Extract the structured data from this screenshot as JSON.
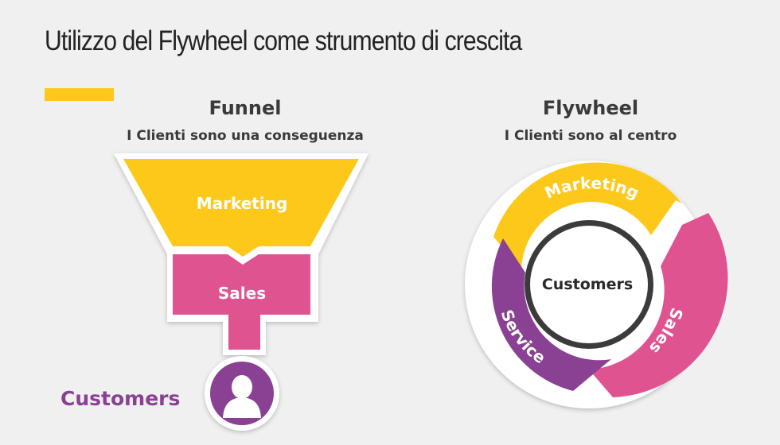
{
  "title": "Utilizzo del Flywheel come strumento di crescita",
  "funnel": {
    "heading": "Funnel",
    "subheading": "I Clienti sono una conseguenza",
    "segments": [
      "Marketing",
      "Sales"
    ],
    "outcome_label": "Customers",
    "icon": "user-icon"
  },
  "flywheel": {
    "heading": "Flywheel",
    "subheading": "I Clienti sono al centro",
    "segments": [
      "Marketing",
      "Sales",
      "Service"
    ],
    "center_label": "Customers"
  },
  "colors": {
    "yellow": "#fcc91a",
    "pink": "#df5390",
    "purple": "#8a4093",
    "background": "#f0f0f0",
    "text": "#3a3a3a"
  }
}
